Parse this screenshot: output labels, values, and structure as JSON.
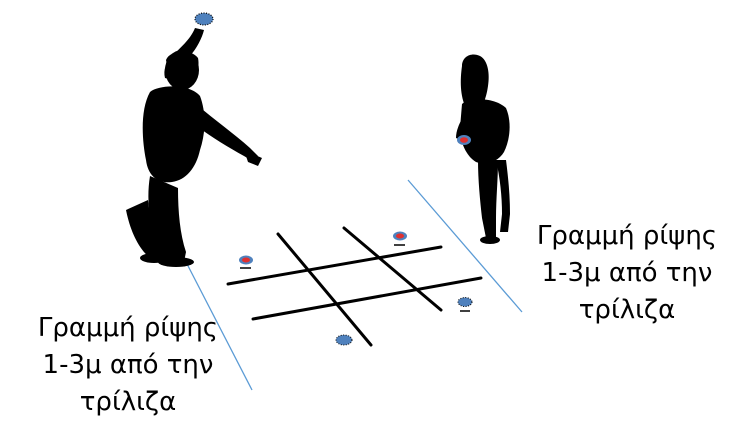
{
  "throw_line_left": {
    "line1": "Γραμμή ρίψης",
    "line2": "1-3μ από την",
    "line3": "τρίλιζα"
  },
  "throw_line_right": {
    "line1": "Γραμμή ρίψης",
    "line2": "1-3μ από την",
    "line3": "τρίλιζα"
  },
  "colors": {
    "grid": "#000000",
    "throw_line": "#5b9bd5",
    "disc_blue": "#4f81bd",
    "disc_red": "#e03030",
    "silhouette": "#000000"
  },
  "board": {
    "red_discs": 2,
    "blue_discs": 2
  }
}
